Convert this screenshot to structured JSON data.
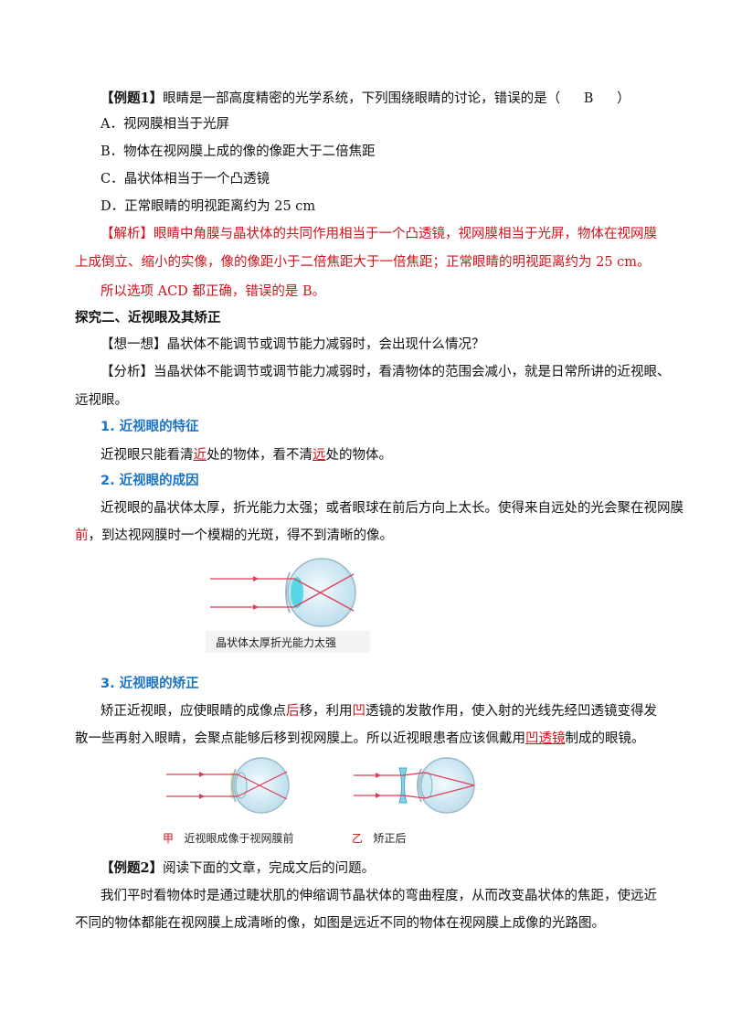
{
  "ex1": {
    "tag": "【例题1】",
    "question": "眼睛是一部高度精密的光学系统，下列围绕眼睛的讨论，错误的是（",
    "answer": "B",
    "close": "）",
    "options": [
      "A．视网膜相当于光屏",
      "B．物体在视网膜上成的像的像距大于二倍焦距",
      "C．晶状体相当于一个凸透镜",
      "D．正常眼睛的明视距离约为 25 cm"
    ],
    "analysis_tag": "【解析】",
    "analysis_1": "眼睛中角膜与晶状体的共同作用相当于一个凸透镜，视网膜相当于光屏，物体在视网膜",
    "analysis_2": "上成倒立、缩小的实像，像的像距小于二倍焦距大于一倍焦距；正常眼睛的明视距离约为 25 cm。",
    "analysis_3": "所以选项 ACD 都正确，错误的是 B。"
  },
  "section2": {
    "heading": "探究二、近视眼及其矫正",
    "think_tag": "【想一想】",
    "think_text": "晶状体不能调节或调节能力减弱时，会出现什么情况？",
    "analyze_tag": "【分析】",
    "analyze_1": "当晶状体不能调节或调节能力减弱时，看清物体的范围会减小，就是日常所讲的近视眼、",
    "analyze_2": "远视眼。",
    "sub1_title": "1. 近视眼的特征",
    "sub1_a": "近视眼只能看清",
    "sub1_near": "近",
    "sub1_b": "处的物体，看不清",
    "sub1_far": "远",
    "sub1_c": "处的物体。",
    "sub2_title": "2. 近视眼的成因",
    "sub2_1": "近视眼的晶状体太厚，折光能力太强；或者眼球在前后方向上太长。使得来自远处的光会聚在视网膜",
    "sub2_front": "前",
    "sub2_2": "，到达视网膜时一个模糊的光斑，得不到清晰的像。",
    "fig1_caption": "晶状体太厚折光能力太强",
    "sub3_title": "3. 近视眼的矫正",
    "sub3_1a": "矫正近视眼，应使眼睛的成像点",
    "sub3_back": "后",
    "sub3_1b": "移，利用",
    "sub3_concave": "凹",
    "sub3_1c": "透镜的发散作用，使入射的光线先经凹透镜变得发",
    "sub3_2a": "散一些再射入眼睛，会聚点能够后移到视网膜上。所以近视眼患者应该佩戴用",
    "sub3_lens": "凹透镜",
    "sub3_2b": "制成的眼镜。",
    "fig2_label_a": "甲",
    "fig2_caption_a": "近视眼成像于视网膜前",
    "fig2_label_b": "乙",
    "fig2_caption_b": "矫正后"
  },
  "ex2": {
    "tag": "【例题2】",
    "text": "阅读下面的文章，完成文后的问题。",
    "para_1": "我们平时看物体时是通过睫状肌的伸缩调节晶状体的弯曲程度，从而改变晶状体的焦距，使远近",
    "para_2": "不同的物体都能在视网膜上成清晰的像，如图是远近不同的物体在视网膜上成像的光路图。"
  },
  "colors": {
    "red": "#d0111b",
    "blue": "#1a73c7"
  }
}
